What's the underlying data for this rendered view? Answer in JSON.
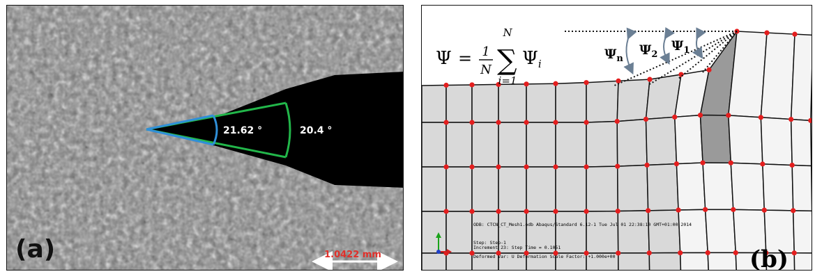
{
  "panel_a": {
    "label": "(a)",
    "angle_inner": "21.62 °",
    "angle_outer": "20.4 °",
    "scale_text": "1.0422 mm",
    "colors": {
      "inner_angle": "#2f8fd8",
      "outer_angle": "#22b64a",
      "scale_text": "#e0302a",
      "crack": "#000000"
    }
  },
  "panel_b": {
    "label": "(b)",
    "formula": {
      "lhs": "Ψ",
      "equals": "=",
      "frac_num": "1",
      "frac_den": "N",
      "sum": "∑",
      "sum_upper": "N",
      "sum_lower": "i=1",
      "term": "Ψ",
      "term_sub": "i"
    },
    "angle_labels": [
      {
        "base": "Ψ",
        "sub": "n"
      },
      {
        "base": "Ψ",
        "sub": "2"
      },
      {
        "base": "Ψ",
        "sub": "1"
      }
    ],
    "info_lines": [
      "ODB: CTCN_CT_Mesh1.odb    Abaqus/Standard 6.12-1    Tue Jul 01 22:38:10 GMT+01:00 2014",
      "Step: Step-1",
      "Increment    23: Step Time =    0.1051",
      "Deformed Var: U   Deformation Scale Factor: +1.000e+00"
    ],
    "colors": {
      "node": "#e41e1e",
      "element_fill": "#d9d9d9",
      "element_dark": "#9a9a9a",
      "mesh_line": "#111111"
    }
  }
}
